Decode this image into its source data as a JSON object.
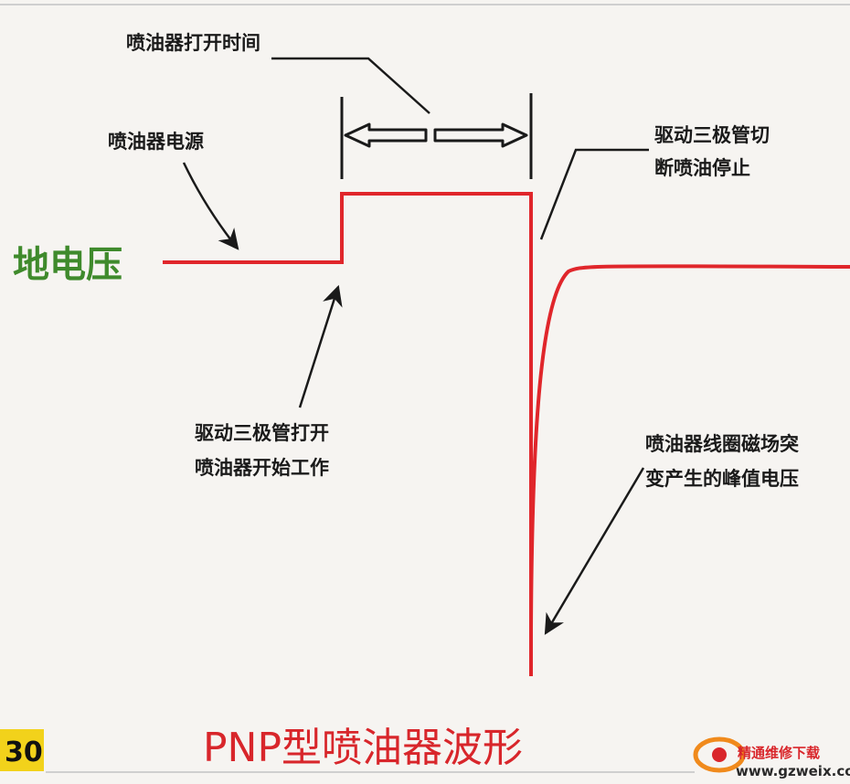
{
  "diagram": {
    "title": "PNP型喷油器波形",
    "ground_label": "地电压",
    "labels": {
      "open_time": "喷油器打开时间",
      "supply": "喷油器电源",
      "cutoff_line1": "驱动三极管切",
      "cutoff_line2": "断喷油停止",
      "turn_on_line1": "驱动三极管打开",
      "turn_on_line2": "喷油器开始工作",
      "peak_line1": "喷油器线圈磁场突",
      "peak_line2": "变产生的峰值电压"
    },
    "page_number": "30",
    "watermark": {
      "name": "精通维修下载",
      "url": "www.gzweix.com"
    }
  },
  "colors": {
    "waveform": "#e0262b",
    "ground_label": "#3f8a2c",
    "title": "#d8262b",
    "text": "#1a1a1a",
    "page_badge": "#f2d21b",
    "watermark_red": "#d9262b",
    "watermark_orange": "#f08a1c",
    "background": "#f6f4f1"
  }
}
